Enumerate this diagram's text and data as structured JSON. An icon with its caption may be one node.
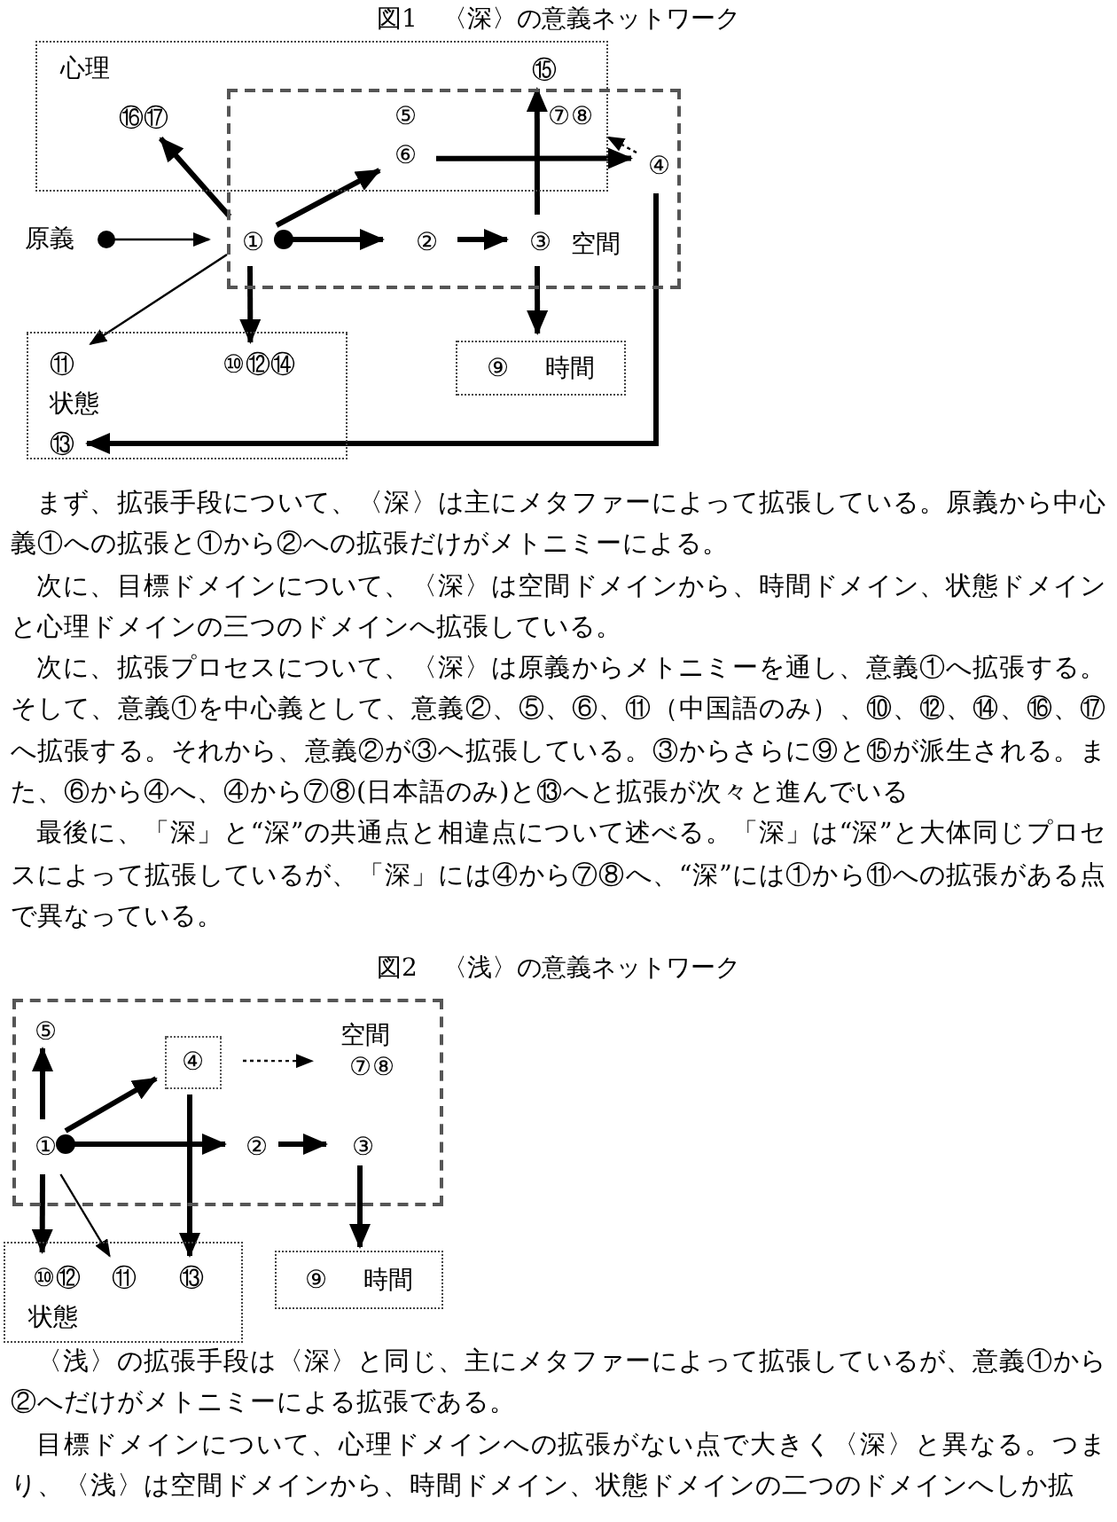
{
  "diagram": {
    "nodes": [
      {
        "text": [
          "心理"
        ]
      },
      {
        "text": [
          "空間"
        ]
      },
      {
        "text": [
          "⑯⑰"
        ],
        "in": 0
      },
      {
        "text": [
          "⑮"
        ],
        "in": 0
      },
      {
        "text": [
          "⑤"
        ]
      },
      {
        "text": [
          "⑥"
        ]
      },
      {
        "text": [
          "⑦⑧"
        ]
      },
      {
        "text": [
          "原義"
        ]
      },
      {
        "text": [
          "①"
        ],
        "in": 1
      },
      {
        "text": [
          "②"
        ],
        "in": 1
      },
      {
        "text": [
          "③"
        ],
        "in": 1
      },
      {
        "text": [
          "④"
        ],
        "in": 1
      },
      {
        "text": [
          "⑨",
          "時間"
        ]
      },
      {
        "text": [
          "状態"
        ]
      },
      {
        "text": [
          "⑪"
        ],
        "in": 13
      },
      {
        "text": [
          "⑩⑫⑭"
        ],
        "in": 13
      },
      {
        "text": [
          "⑬"
        ],
        "in": 13
      },
      {
        "text": [
          "空間"
        ]
      },
      {
        "text": [
          "⑤"
        ],
        "in": 17
      },
      {
        "text": [
          "④"
        ],
        "in": 17
      },
      {
        "text": [
          "⑦⑧"
        ],
        "in": 17
      },
      {
        "text": [
          "①"
        ],
        "in": 17
      },
      {
        "text": [
          "②"
        ],
        "in": 17
      },
      {
        "text": [
          "③"
        ],
        "in": 17
      },
      {
        "text": [
          "⑨",
          "時間"
        ]
      },
      {
        "text": [
          "状態"
        ]
      },
      {
        "text": [
          "⑩⑫"
        ],
        "in": 25
      },
      {
        "text": [
          "⑪"
        ],
        "in": 25
      },
      {
        "text": [
          "⑬"
        ],
        "in": 25
      }
    ],
    "edges": [
      {
        "from": 7,
        "to": 8,
        "arrow": "to"
      },
      {
        "from": 8,
        "to": 9,
        "arrow": "to"
      },
      {
        "from": 9,
        "to": 10,
        "arrow": "to"
      },
      {
        "from": 8,
        "to": 2,
        "arrow": "to"
      },
      {
        "from": 8,
        "to": 5,
        "arrow": "to"
      },
      {
        "from": 8,
        "to": 14,
        "arrow": "to"
      },
      {
        "from": 8,
        "to": 15,
        "arrow": "to"
      },
      {
        "from": 10,
        "to": 3,
        "arrow": "to"
      },
      {
        "from": 5,
        "to": 11,
        "arrow": "to"
      },
      {
        "from": 11,
        "to": 6,
        "arrow": "to",
        "style": "dashed"
      },
      {
        "from": 11,
        "to": 16,
        "arrow": "to"
      },
      {
        "from": 10,
        "to": 12,
        "arrow": "to"
      },
      {
        "from": 21,
        "to": 18,
        "arrow": "to"
      },
      {
        "from": 21,
        "to": 19,
        "arrow": "to"
      },
      {
        "from": 19,
        "to": 20,
        "arrow": "to",
        "style": "dashed"
      },
      {
        "from": 21,
        "to": 22,
        "arrow": "to"
      },
      {
        "from": 22,
        "to": 23,
        "arrow": "to"
      },
      {
        "from": 23,
        "to": 24,
        "arrow": "to"
      },
      {
        "from": 21,
        "to": 26,
        "arrow": "to"
      },
      {
        "from": 21,
        "to": 27,
        "arrow": "to"
      },
      {
        "from": 19,
        "to": 28,
        "arrow": "to"
      }
    ],
    "labels": [
      "図1　〈深〉の意義ネットワーク",
      "まず、拡張手段について、〈深〉は主にメタファーによって拡張している。原義から中心義①への拡張と①から②への拡張だけがメトニミーによる。",
      "次に、目標ドメインについて、〈深〉は空間ドメインから、時間ドメイン、状態ドメインと心理ドメインの三つのドメインへ拡張している。",
      "次に、拡張プロセスについて、〈深〉は原義からメトニミーを通し、意義①へ拡張する。そして、意義①を中心義として、意義②、⑤、⑥、⑪（中国語のみ）、⑩、⑫、⑭、⑯、⑰へ拡張する。それから、意義②が③へ拡張している。③からさらに⑨と⑮が派生される。また、⑥から④へ、④から⑦⑧(日本語のみ)と⑬へと拡張が次々と進んでいる",
      "最後に、「深」と“深”の共通点と相違点について述べる。「深」は“深”と大体同じプロセスによって拡張しているが、「深」には④から⑦⑧へ、“深”には①から⑪への拡張がある点で異なっている。",
      "図2　〈浅〉の意義ネットワーク",
      "〈浅〉の拡張手段は〈深〉と同じ、主にメタファーによって拡張しているが、意義①から②へだけがメトニミーによる拡張である。",
      "目標ドメインについて、心理ドメインへの拡張がない点で大きく〈深〉と異なる。つまり、〈浅〉は空間ドメインから、時間ドメイン、状態ドメインの二つのドメインへしか拡"
    ]
  }
}
